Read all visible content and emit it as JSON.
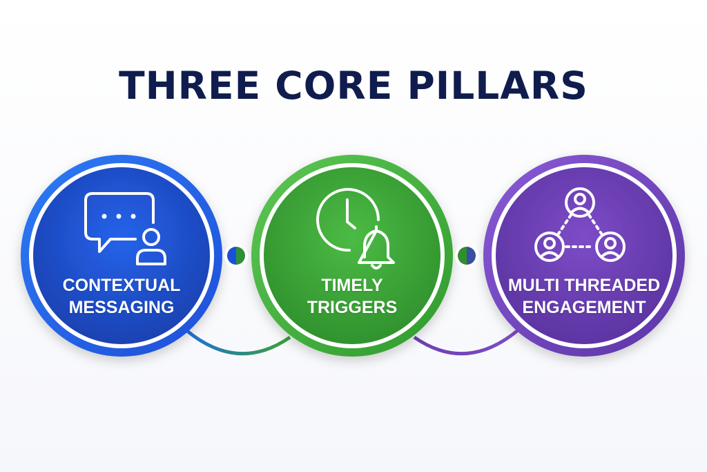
{
  "title": "THREE CORE PILLARS",
  "colors": {
    "title": "#0f1c4d",
    "blue": "#1d4ed8",
    "green": "#3aa335",
    "purple": "#6b3fb0",
    "text": "#ffffff"
  },
  "pillars": [
    {
      "line1": "CONTEXTUAL",
      "line2": "MESSAGING",
      "icon": "chat-bubble-user-icon",
      "color": "blue"
    },
    {
      "line1": "TIMELY",
      "line2": "TRIGGERS",
      "icon": "clock-bell-icon",
      "color": "green"
    },
    {
      "line1": "MULTI THREADED",
      "line2": "ENGAGEMENT",
      "icon": "people-network-icon",
      "color": "purple"
    }
  ]
}
